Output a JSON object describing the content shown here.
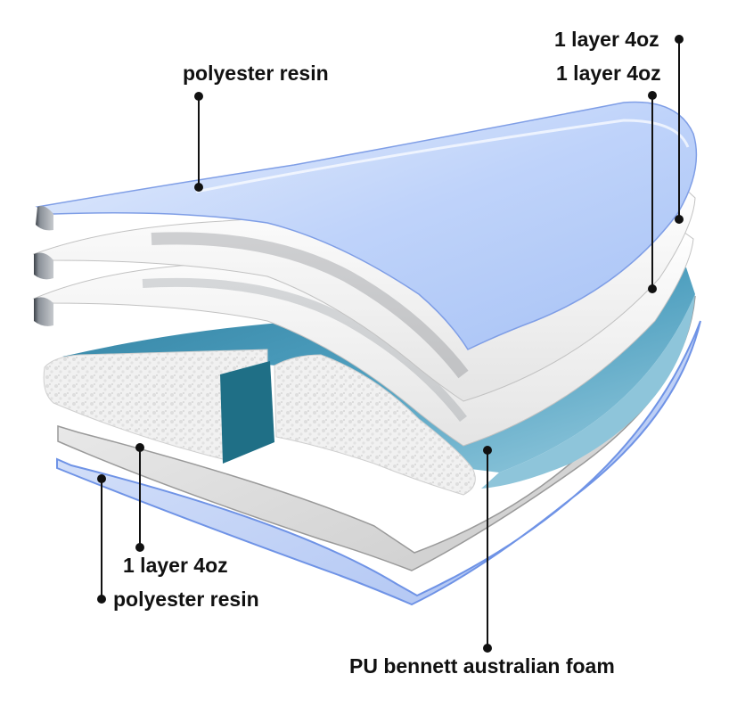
{
  "labels": {
    "top_resin": "polyester resin",
    "top_glass_outer": "1 layer 4oz",
    "top_glass_inner": "1 layer 4oz",
    "bottom_glass": "1 layer 4oz",
    "bottom_resin": "polyester resin",
    "foam_core": "PU bennett australian foam"
  },
  "colors": {
    "resin_top": "#c7d8fb",
    "resin_bottom": "#b9cdf5",
    "resin_edge": "#6f93e6",
    "glass": "#f4f4f4",
    "glass_shadow": "#5e6670",
    "foam_deck": "#3d8fae",
    "foam_side": "#7fc0d8",
    "stringer": "#1f6f86",
    "foam_texture": "#ebebeb",
    "bottom_glass": "#d6d6d6",
    "label": "#111111"
  }
}
